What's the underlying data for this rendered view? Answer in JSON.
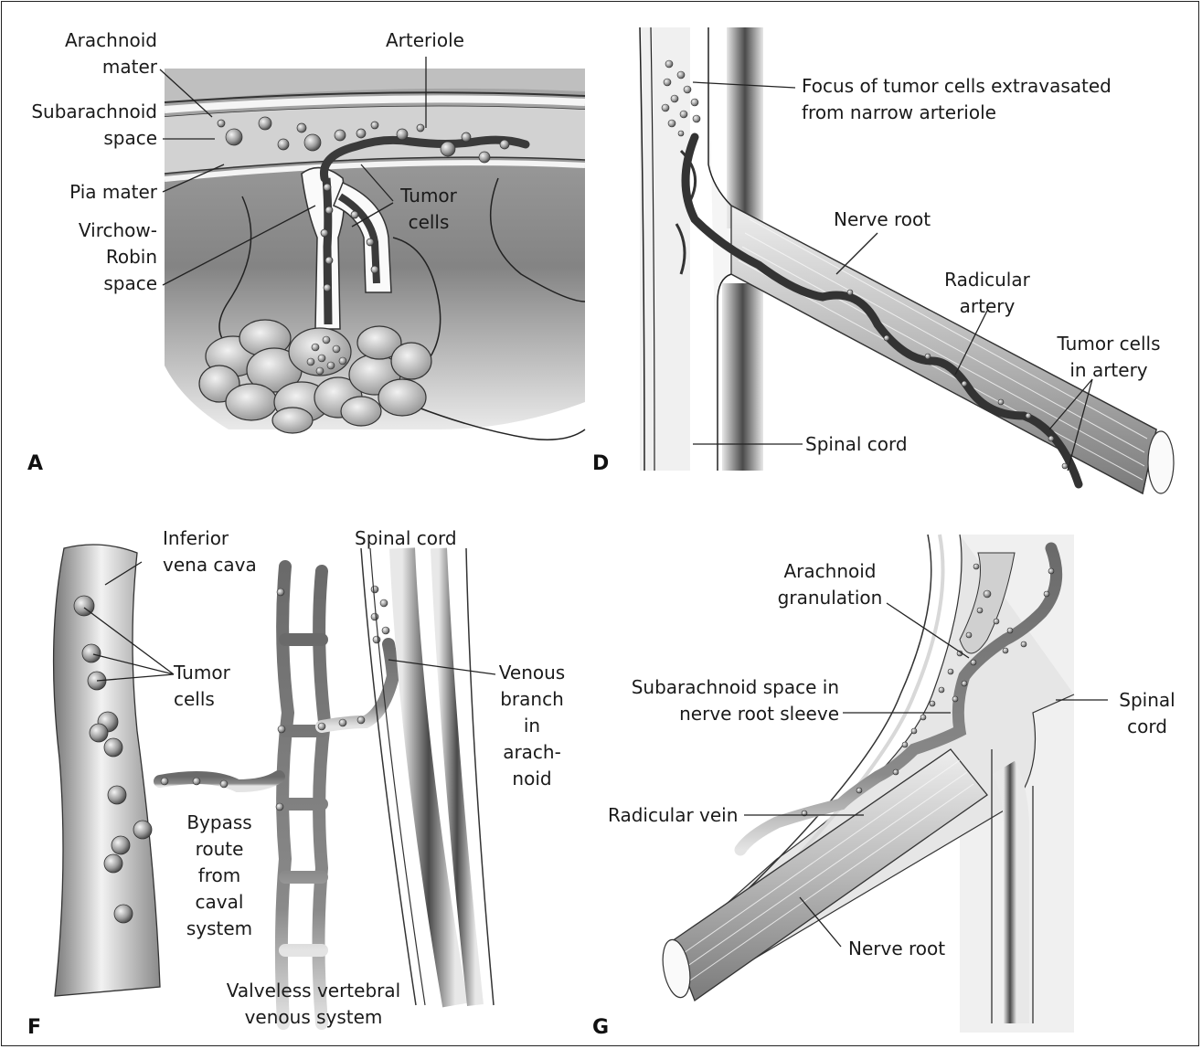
{
  "panels": {
    "A": {
      "letter": "A",
      "arachnoid_mater": [
        "Arachnoid",
        "mater"
      ],
      "subarachnoid_space": [
        "Subarachnoid",
        "space"
      ],
      "pia_mater": "Pia mater",
      "virchow_robin": [
        "Virchow-",
        "Robin",
        "space"
      ],
      "arteriole": "Arteriole",
      "tumor_cells": [
        "Tumor",
        "cells"
      ]
    },
    "D": {
      "letter": "D",
      "focus": [
        "Focus of tumor cells extravasated",
        "from narrow arteriole"
      ],
      "nerve_root": "Nerve root",
      "radicular_artery": [
        "Radicular",
        "artery"
      ],
      "tumor_cells_artery": [
        "Tumor cells",
        "in artery"
      ],
      "spinal_cord": "Spinal cord"
    },
    "F": {
      "letter": "F",
      "ivc": [
        "Inferior",
        "vena cava"
      ],
      "spinal_cord": "Spinal cord",
      "tumor_cells": [
        "Tumor",
        "cells"
      ],
      "venous_branch": [
        "Venous",
        "branch",
        "in",
        "arach-",
        "noid"
      ],
      "bypass": [
        "Bypass",
        "route",
        "from",
        "caval",
        "system"
      ],
      "valveless": [
        "Valveless vertebral",
        "venous system"
      ]
    },
    "G": {
      "letter": "G",
      "arachnoid_granulation": [
        "Arachnoid",
        "granulation"
      ],
      "subarachnoid_sleeve": [
        "Subarachnoid space in",
        "nerve root sleeve"
      ],
      "spinal_cord": [
        "Spinal",
        "cord"
      ],
      "radicular_vein": "Radicular vein",
      "nerve_root": "Nerve root"
    }
  }
}
